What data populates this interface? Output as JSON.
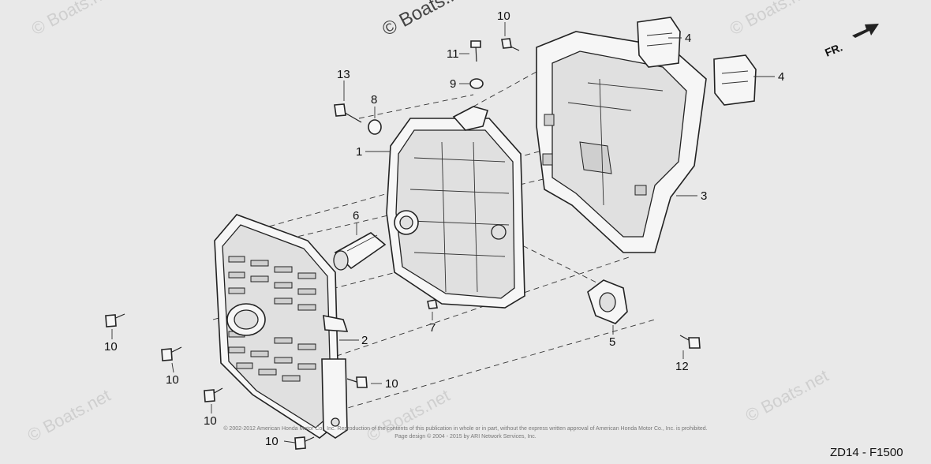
{
  "watermarks": {
    "main": "© Boats.net",
    "repeat": "© Boats.net"
  },
  "part_labels": [
    {
      "id": "label-1",
      "text": "1"
    },
    {
      "id": "label-2",
      "text": "2"
    },
    {
      "id": "label-3",
      "text": "3"
    },
    {
      "id": "label-4a",
      "text": "4"
    },
    {
      "id": "label-4b",
      "text": "4"
    },
    {
      "id": "label-5",
      "text": "5"
    },
    {
      "id": "label-6",
      "text": "6"
    },
    {
      "id": "label-7",
      "text": "7"
    },
    {
      "id": "label-8",
      "text": "8"
    },
    {
      "id": "label-9",
      "text": "9"
    },
    {
      "id": "label-10a",
      "text": "10"
    },
    {
      "id": "label-10b",
      "text": "10"
    },
    {
      "id": "label-10c",
      "text": "10"
    },
    {
      "id": "label-10d",
      "text": "10"
    },
    {
      "id": "label-10e",
      "text": "10"
    },
    {
      "id": "label-10f",
      "text": "10"
    },
    {
      "id": "label-11",
      "text": "11"
    },
    {
      "id": "label-12",
      "text": "12"
    },
    {
      "id": "label-13",
      "text": "13"
    }
  ],
  "direction_indicator": "FR.",
  "diagram_code": "ZD14 - F1500",
  "copyright_line1": "© 2002-2012 American Honda Motor Co., Inc. Reproduction of the contents of this publication in whole or in part, without the express written approval of American Honda Motor Co., Inc. is prohibited.",
  "copyright_line2": "Page design © 2004 - 2015 by ARI Network Services, Inc."
}
